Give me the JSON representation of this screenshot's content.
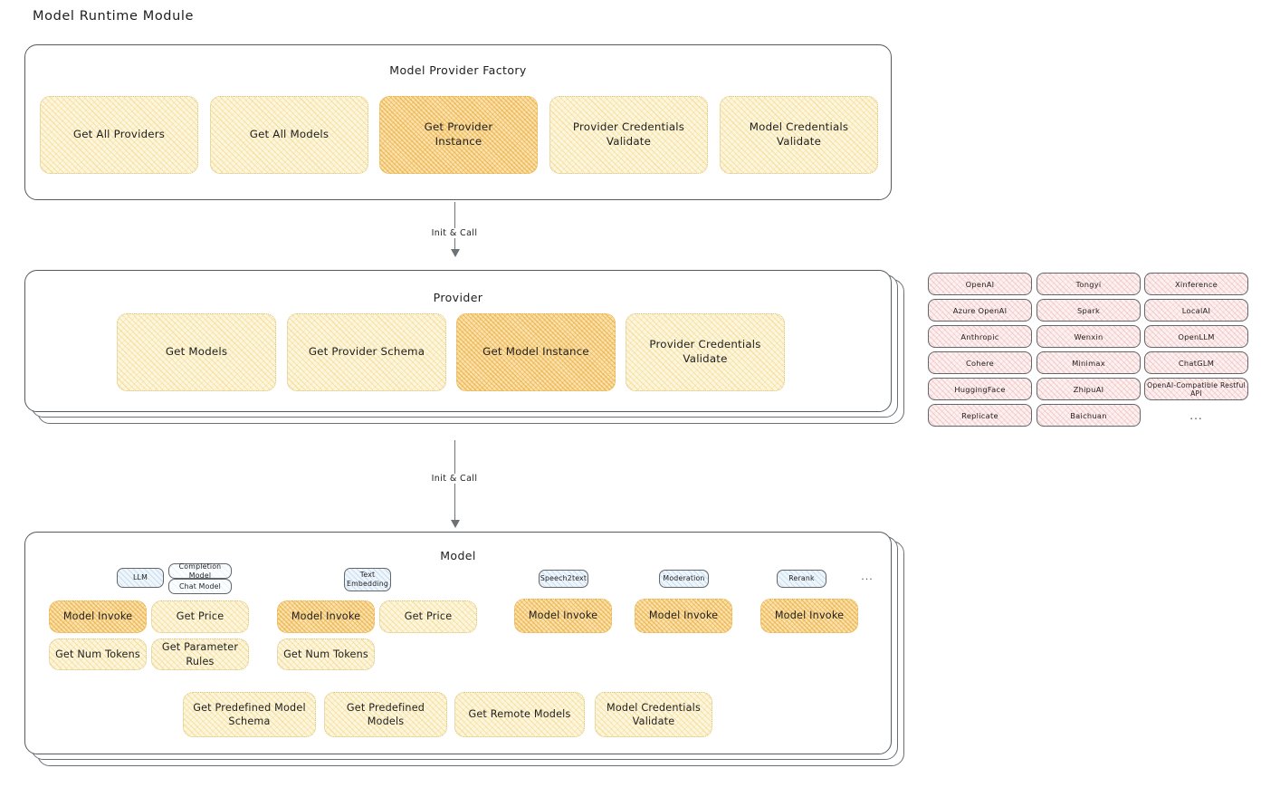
{
  "page": {
    "title": "Model Runtime Module"
  },
  "colors": {
    "node_fill": "#fdf6de",
    "node_hot_fill": "#fbe2ae",
    "node_border": "#d9c37e",
    "chip_fill": "#fdf0f0",
    "badge_fill": "#eef5fb",
    "container_border": "#555a5e",
    "text": "#1e1e1e"
  },
  "factory": {
    "title": "Model Provider Factory",
    "nodes": [
      {
        "label": "Get All Providers",
        "highlight": false
      },
      {
        "label": "Get All Models",
        "highlight": false
      },
      {
        "label": "Get Provider\nInstance",
        "highlight": true
      },
      {
        "label": "Provider Credentials\nValidate",
        "highlight": false
      },
      {
        "label": "Model Credentials\nValidate",
        "highlight": false
      }
    ]
  },
  "arrows": [
    {
      "label": "Init & Call",
      "from": "Model Provider Factory",
      "to": "Provider"
    },
    {
      "label": "Init & Call",
      "from": "Provider",
      "to": "Model"
    }
  ],
  "provider": {
    "title": "Provider",
    "nodes": [
      {
        "label": "Get Models",
        "highlight": false
      },
      {
        "label": "Get Provider Schema",
        "highlight": false
      },
      {
        "label": "Get Model Instance",
        "highlight": true
      },
      {
        "label": "Provider Credentials\nValidate",
        "highlight": false
      }
    ]
  },
  "provider_list": {
    "columns": [
      {
        "items": [
          "OpenAI",
          "Azure OpenAI",
          "Anthropic",
          "Cohere",
          "HuggingFace",
          "Replicate"
        ]
      },
      {
        "items": [
          "Tongyi",
          "Spark",
          "Wenxin",
          "Minimax",
          "ZhipuAI",
          "Baichuan"
        ]
      },
      {
        "items": [
          "Xinference",
          "LocalAI",
          "OpenLLM",
          "ChatGLM",
          "OpenAI-Compatible Restful API"
        ]
      }
    ],
    "more": "..."
  },
  "model": {
    "title": "Model",
    "more": "...",
    "groups": [
      {
        "badge": "LLM",
        "sub_badges": [
          "Completion Model",
          "Chat Model"
        ],
        "nodes": [
          {
            "label": "Model Invoke",
            "highlight": true
          },
          {
            "label": "Get Price",
            "highlight": false
          },
          {
            "label": "Get Num Tokens",
            "highlight": false
          },
          {
            "label": "Get Parameter\nRules",
            "highlight": false
          }
        ]
      },
      {
        "badge": "Text\nEmbedding",
        "sub_badges": [],
        "nodes": [
          {
            "label": "Model Invoke",
            "highlight": true
          },
          {
            "label": "Get Price",
            "highlight": false
          },
          {
            "label": "Get Num Tokens",
            "highlight": false
          }
        ]
      },
      {
        "badge": "Speech2text",
        "sub_badges": [],
        "nodes": [
          {
            "label": "Model Invoke",
            "highlight": true
          }
        ]
      },
      {
        "badge": "Moderation",
        "sub_badges": [],
        "nodes": [
          {
            "label": "Model Invoke",
            "highlight": true
          }
        ]
      },
      {
        "badge": "Rerank",
        "sub_badges": [],
        "nodes": [
          {
            "label": "Model Invoke",
            "highlight": true
          }
        ]
      }
    ],
    "common_nodes": [
      {
        "label": "Get Predefined Model\nSchema"
      },
      {
        "label": "Get Predefined\nModels"
      },
      {
        "label": "Get Remote Models"
      },
      {
        "label": "Model Credentials\nValidate"
      }
    ]
  }
}
